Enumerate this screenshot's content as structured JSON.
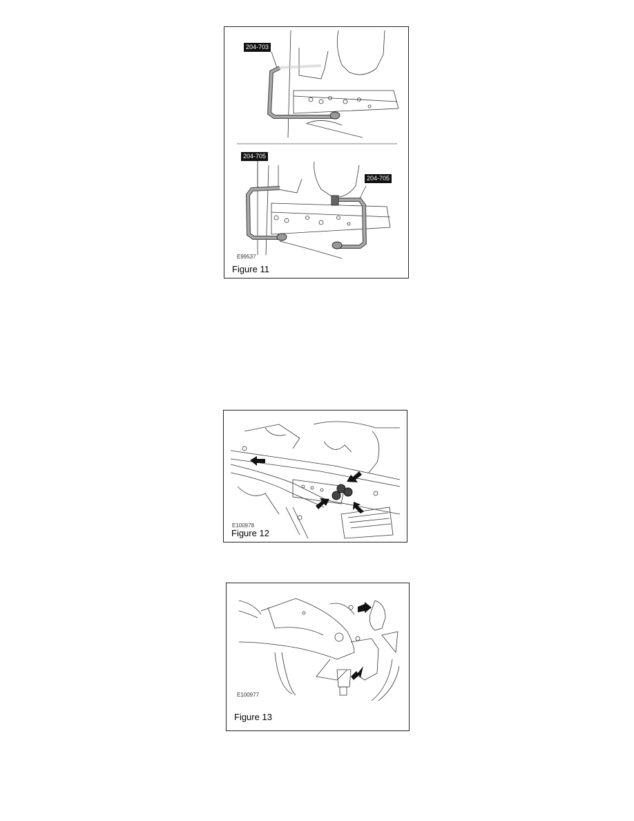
{
  "figures": [
    {
      "label": "Figure 11",
      "image_code": "E99537",
      "callouts": [
        "204-703",
        "204-705",
        "204-705"
      ]
    },
    {
      "label": "Figure 12",
      "image_code": "E100978"
    },
    {
      "label": "Figure 13",
      "image_code": "E100977"
    }
  ]
}
